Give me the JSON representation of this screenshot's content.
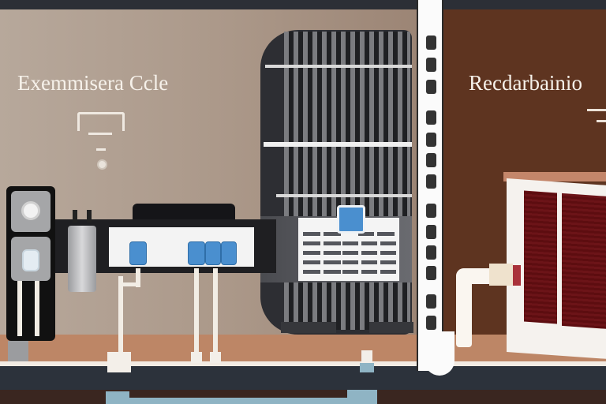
{
  "diagram": {
    "left_section": {
      "title": "Exemmisera Ccle",
      "components": [
        "evaporator-unit",
        "control-panel",
        "sensor-module",
        "pipework"
      ]
    },
    "right_section": {
      "title": "Recdarbainio",
      "components": [
        "window",
        "drain-pipe",
        "valve"
      ]
    },
    "colors": {
      "left_wall": "#ab9889",
      "right_wall": "#5e3420",
      "floor": "#bd8666",
      "accent_blue": "#4a8fcf",
      "window_shade": "#6c1418"
    }
  }
}
